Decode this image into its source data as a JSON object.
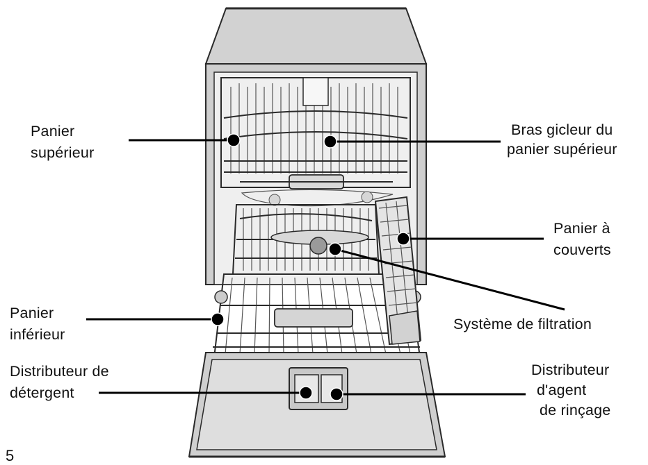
{
  "labels": {
    "upper_basket": [
      "Panier",
      "supérieur"
    ],
    "upper_spray_arm": [
      "Bras gicleur du",
      "panier supérieur"
    ],
    "cutlery_basket": [
      "Panier à",
      "couverts"
    ],
    "filter_system": [
      "Système de filtration"
    ],
    "lower_basket": [
      "Panier",
      "inférieur"
    ],
    "detergent_dispenser": [
      "Distributeur de",
      "détergent"
    ],
    "rinse_aid_dispenser": [
      "Distributeur",
      "d'agent",
      "de rinçage"
    ]
  },
  "page_number": "5",
  "colors": {
    "outline": "#2a2a2a",
    "fill_light": "#e6e6e6",
    "fill_mid": "#cfcfcf",
    "leader": "#000000"
  }
}
